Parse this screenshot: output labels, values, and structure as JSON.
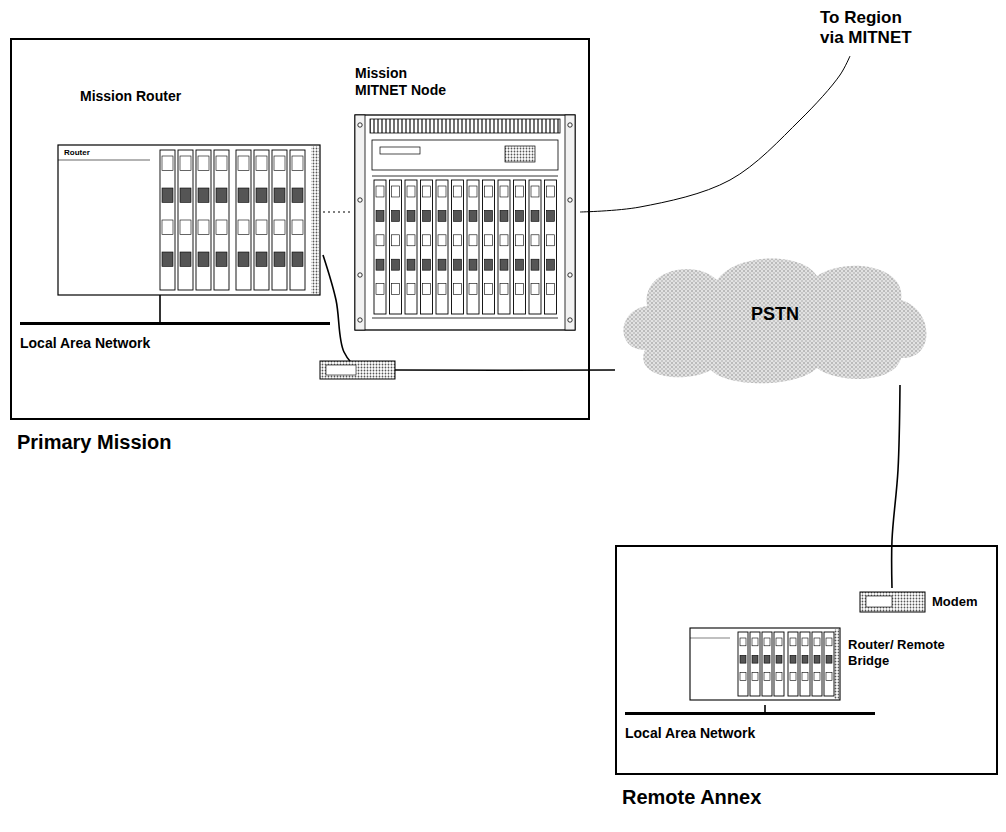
{
  "diagram": {
    "nodes": [
      {
        "text": [
          "Primary Mission"
        ]
      },
      {
        "text": [
          "Mission Router",
          "Router"
        ],
        "in": 0
      },
      {
        "text": [
          "Mission MITNET Node"
        ],
        "in": 0
      },
      {
        "text": [
          "Local Area Network"
        ],
        "in": 0
      },
      {
        "text": [
          "PSTN"
        ]
      },
      {
        "text": [
          "To Region via MITNET"
        ]
      },
      {
        "text": [
          "Remote Annex"
        ]
      },
      {
        "text": [
          "Modem"
        ],
        "in": 6
      },
      {
        "text": [
          "Router/ Remote Bridge"
        ],
        "in": 6
      },
      {
        "text": [
          "Local Area Network"
        ],
        "in": 6
      }
    ],
    "edges": [
      {
        "from": 1,
        "to": 2,
        "arrow": "none"
      },
      {
        "from": 1,
        "to": 3,
        "arrow": "none"
      },
      {
        "from": 2,
        "to": 5,
        "arrow": "none"
      },
      {
        "from": 1,
        "to": 4,
        "arrow": "none"
      },
      {
        "from": 4,
        "to": 7,
        "arrow": "none"
      },
      {
        "from": 8,
        "to": 9,
        "arrow": "none"
      }
    ]
  }
}
